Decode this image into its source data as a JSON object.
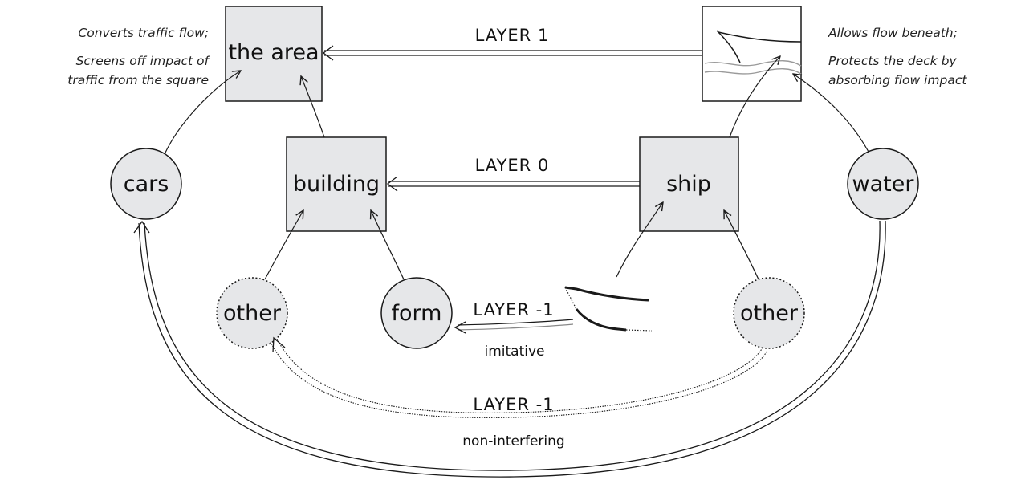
{
  "nodes": {
    "the_area": "the area",
    "building": "building",
    "ship": "ship",
    "cars": "cars",
    "water": "water",
    "other_left": "other",
    "form": "form",
    "other_right": "other"
  },
  "layers": {
    "layer1": "LAYER 1",
    "layer0": "LAYER 0",
    "layer_minus1_upper": "LAYER -1",
    "layer_minus1_upper_sub": "imitative",
    "layer_minus1_lower": "LAYER -1",
    "layer_minus1_lower_sub": "non-interfering"
  },
  "notes": {
    "left_line1": "Converts traffic flow;",
    "left_line2": "Screens off impact of",
    "left_line3": "traffic from the square",
    "right_line1": "Allows flow beneath;",
    "right_line2": "Protects the deck by",
    "right_line3": "absorbing flow impact"
  },
  "colors": {
    "box_fill": "#e6e7e9",
    "stroke": "#1a1a1a",
    "water_line": "#9a9a9a"
  }
}
